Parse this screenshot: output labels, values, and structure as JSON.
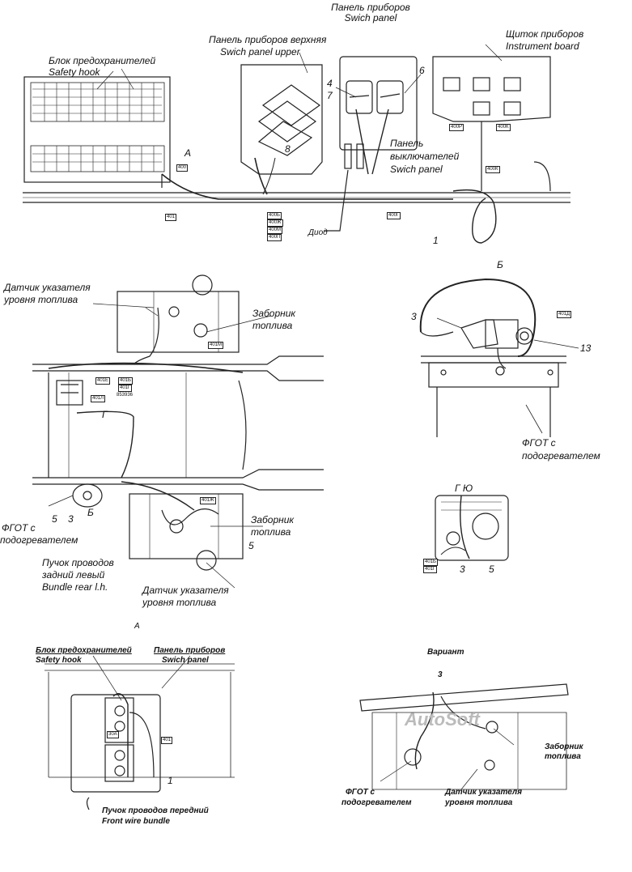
{
  "top": {
    "switch_panel_ru": "Панель приборов",
    "switch_panel_en": "Swich panel",
    "upper_panel_ru": "Панель приборов верхняя",
    "upper_panel_en": "Swich panel upper",
    "fuse_block_ru": "Блок предохранителей",
    "fuse_block_en": "Safety hook",
    "instrument_ru": "Щиток приборов",
    "instrument_en": "Instrument board",
    "switches_ru": "Панель",
    "switches_ru2": "выключателей",
    "switches_en": "Swich panel",
    "diode": "Диод",
    "view_a": "А",
    "numbers": {
      "n1": "1",
      "n4": "4",
      "n6": "6",
      "n7": "7",
      "n8": "8"
    },
    "tags": {
      "t400": "400",
      "t401": "401",
      "t400G": "400Г",
      "t400R": "400Р",
      "t400K": "400К",
      "t400K2": "400К",
      "stack": [
        "400Б",
        "400Ж",
        "400М",
        "400П"
      ]
    }
  },
  "middle": {
    "sensor_top_ru1": "Датчик указателя",
    "sensor_top_ru2": "уровня топлива",
    "intake_top_ru1": "Заборник",
    "intake_top_ru2": "топлива",
    "intake_bottom_ru1": "Заборник",
    "intake_bottom_ru2": "топлива",
    "ffot_ru1": "ФГОТ с",
    "ffot_ru2": "подогревателем",
    "bundle_ru1": "Пучок проводов",
    "bundle_ru2": "задний левый",
    "bundle_en": "Bundle rear l.h.",
    "sensor_bottom_ru1": "Датчик указателя",
    "sensor_bottom_ru2": "уровня топлива",
    "view_g": "Г",
    "view_b_arrow": "Б",
    "numbers": {
      "n3": "3",
      "n5": "5",
      "n5b": "5"
    },
    "tags": {
      "t401M": "401М",
      "t401E": "401Е",
      "t401B": "401Б",
      "t401G": "401Г",
      "t401Zh": "401Ж",
      "t401L": "401Л",
      "code": "853936"
    }
  },
  "right_b": {
    "title": "Б",
    "num3": "3",
    "num13": "13",
    "tag401D": "401Д",
    "ffot_ru1": "ФГОТ с",
    "ffot_ru2": "подогреватeлем"
  },
  "right_g": {
    "title": "Г Ю",
    "num3": "3",
    "num5": "5",
    "tag401B": "401Б",
    "tag401G": "401Г"
  },
  "view_a_label": "А",
  "bottom_left": {
    "fuse_ru": "Блок предохранителей",
    "fuse_en": "Safety hook",
    "panel_ru": "Панель приборов",
    "panel_en": "Swich panel",
    "bundle_ru": "Пучок проводов передний",
    "bundle_en": "Front wire bundle",
    "num1": "1",
    "tag401": "401",
    "tag30a": "30А"
  },
  "bottom_right": {
    "title": "Вариант",
    "num3": "3",
    "intake_ru1": "Заборник",
    "intake_ru2": "топлива",
    "ffot_ru1": "ФГОТ с",
    "ffot_ru2": "подогревателем",
    "sensor_ru1": "Датчик указателя",
    "sensor_ru2": "уровня топлива",
    "watermark": "AutoSoft"
  }
}
